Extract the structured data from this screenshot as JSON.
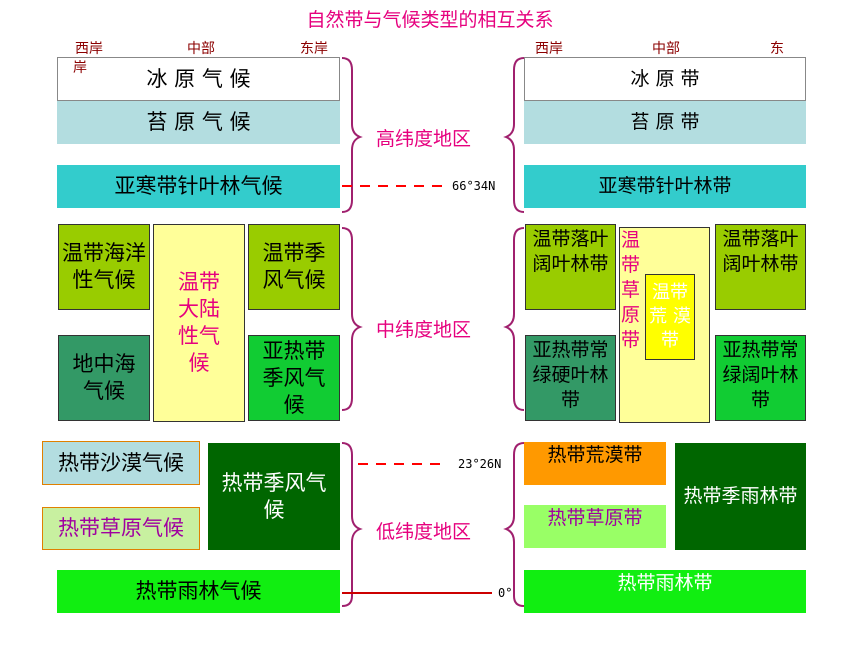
{
  "title": "自然带与气候类型的相互关系",
  "headers_left": {
    "west": "西岸",
    "west_wrap": "岸",
    "middle": "中部",
    "east": "东岸"
  },
  "headers_right": {
    "west": "西岸",
    "middle": "中部",
    "east": "东"
  },
  "zones": {
    "high": "高纬度地区",
    "mid": "中纬度地区",
    "low": "低纬度地区"
  },
  "latitudes": {
    "arctic": "66°34N",
    "tropic": "23°26N",
    "equator": "0°"
  },
  "climates": {
    "ice_cap": "冰 原 气 候",
    "tundra": "苔 原 气 候",
    "subarctic": "亚寒带针叶林气候",
    "temperate_maritime": "温带海洋性气候",
    "temperate_continental": "温带大陆性气候",
    "temperate_monsoon": "温带季风气候",
    "mediterranean": "地中海气候",
    "subtropical_monsoon": "亚热带季风气候",
    "tropical_desert": "热带沙漠气候",
    "tropical_monsoon": "热带季风气候",
    "tropical_savanna": "热带草原气候",
    "tropical_rainforest": "热带雨林气候"
  },
  "belts": {
    "ice_cap": "冰 原 带",
    "tundra": "苔 原 带",
    "taiga": "亚寒带针叶林带",
    "deciduous_west": "温带落叶阔叶林带",
    "temperate_grassland": "温带草原带",
    "temperate_desert": "温带荒 漠带",
    "deciduous_east": "温带落叶阔叶林带",
    "sclerophyll": "亚热带常绿硬叶林带",
    "evergreen_broadleaf": "亚热带常绿阔叶林带",
    "tropical_desert": "热带荒漠带",
    "tropical_monsoon_forest": "热带季雨林带",
    "tropical_grassland": "热带草原带",
    "tropical_rainforest": "热带雨林带"
  },
  "colors": {
    "title": "#e6007e",
    "header": "#8b0000",
    "ice": "#ffffff",
    "tundra": "#b3dde0",
    "taiga": "#33cccc",
    "olive_green": "#99cc00",
    "light_yellow": "#ffff99",
    "dark_sea_green": "#339966",
    "bright_green": "#11cc33",
    "desert_orange": "#ff9900",
    "savanna_green": "#c8f0a0",
    "savanna_belt": "#99ff66",
    "dark_green": "#006600",
    "rainforest": "#11ee11",
    "desert_yellow": "#ffff00",
    "brace": "#a0206e",
    "line_red": "#ff0000"
  }
}
